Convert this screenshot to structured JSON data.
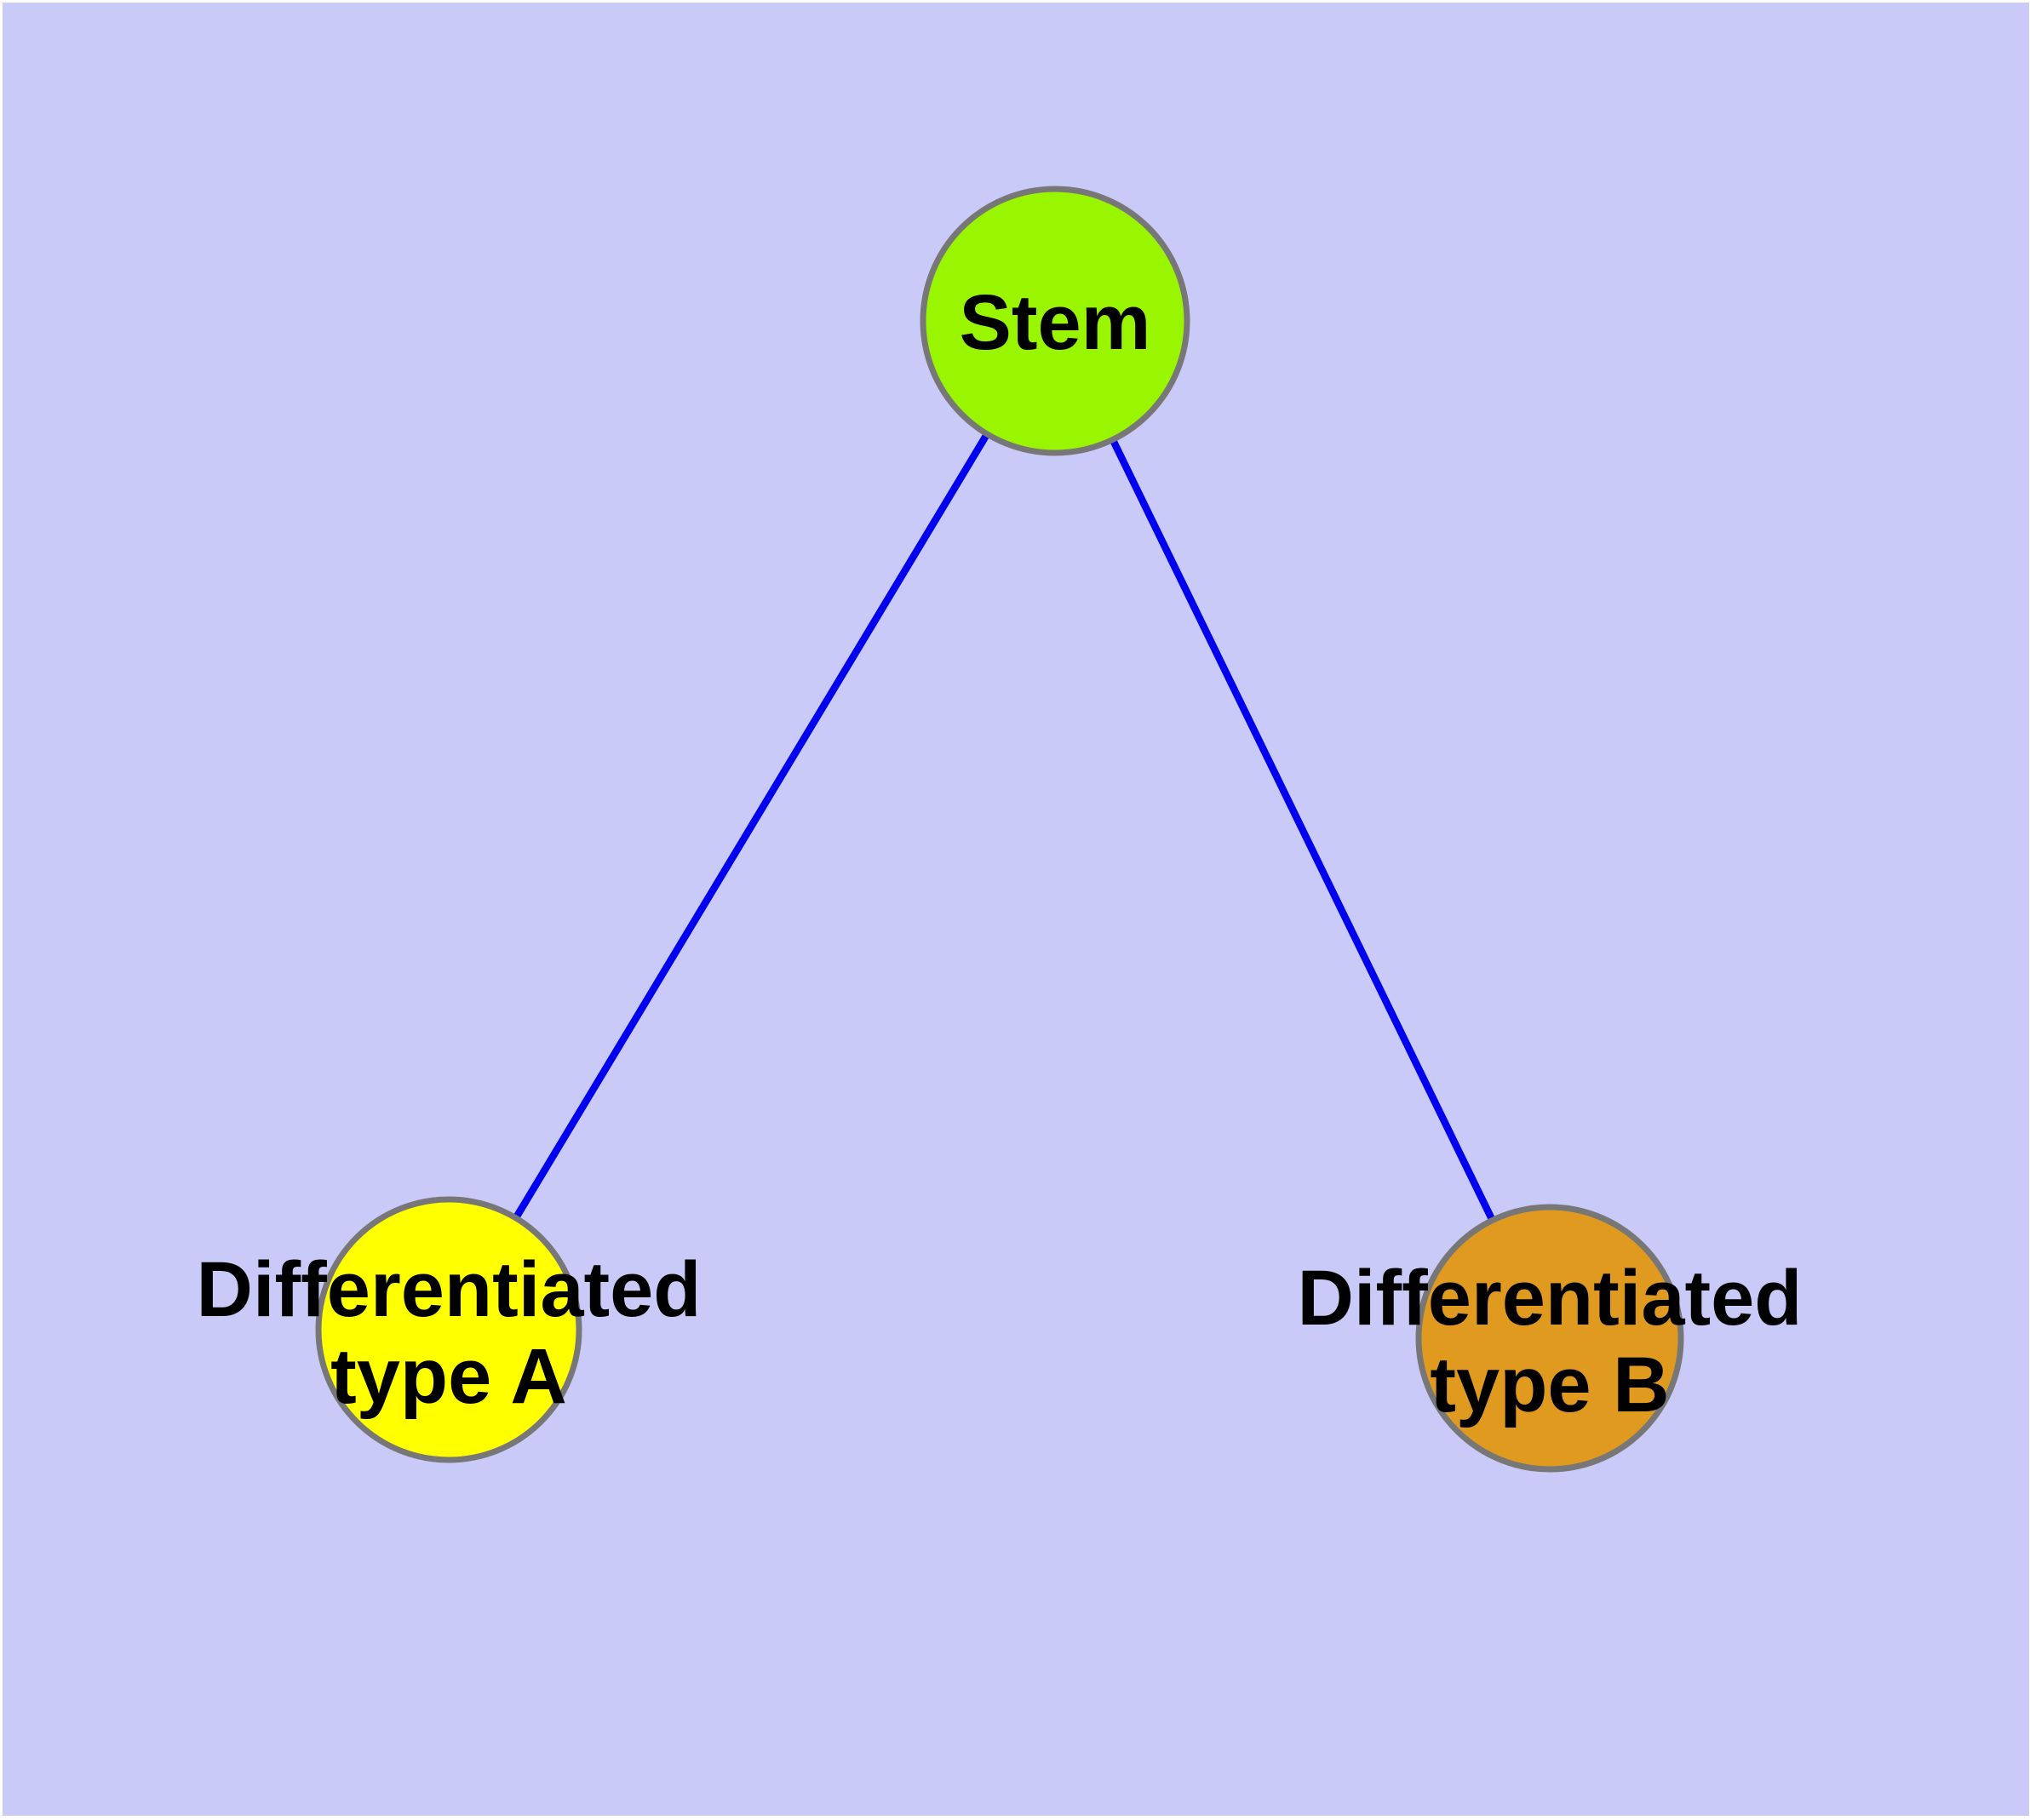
{
  "diagram": {
    "type": "graph",
    "background": "#CACAF8",
    "frame": "#FFFFFF",
    "edge_color": "#0000EE",
    "node_border_color": "#777777",
    "label_color": "#000000",
    "nodes": {
      "stem": {
        "label": "Stem",
        "lines": [
          "Stem"
        ],
        "fill": "#9AF500"
      },
      "type_a": {
        "label": "Differentiated type A",
        "lines": [
          "Differentiated",
          "type A"
        ],
        "fill": "#FFFF00"
      },
      "type_b": {
        "label": "Differentiated type B",
        "lines": [
          "Differentiated",
          "type B"
        ],
        "fill": "#E09A20"
      }
    },
    "edges": [
      {
        "from": "stem",
        "to": "type_a"
      },
      {
        "from": "stem",
        "to": "type_b"
      }
    ]
  }
}
